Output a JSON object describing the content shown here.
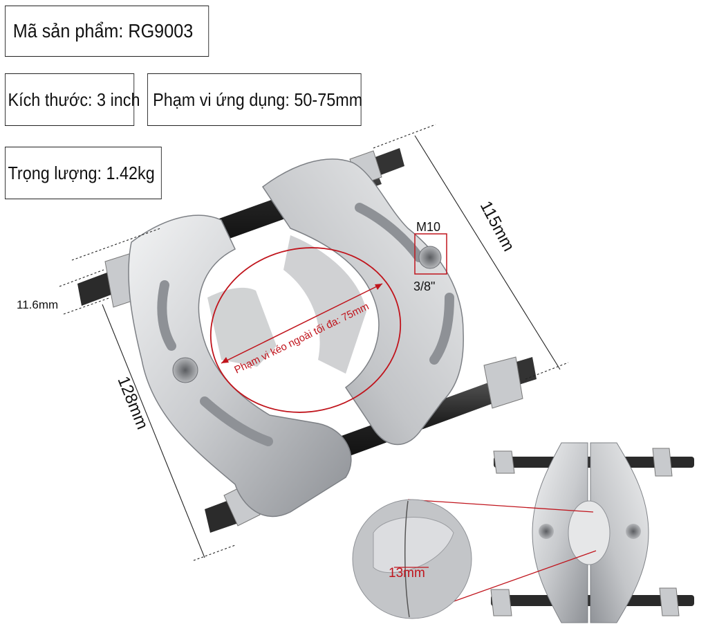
{
  "specs": {
    "product_code": "Mã sản phẩm: RG9003",
    "size": "Kích thước: 3 inch",
    "application_range": "Phạm vi ứng dụng: 50-75mm",
    "weight": "Trọng lượng: 1.42kg"
  },
  "dimensions": {
    "length_right": "115mm",
    "length_left": "128mm",
    "thickness": "11.6mm",
    "thread_top": "M10",
    "thread_bottom": "3/8\"",
    "max_pull_range": "Phạm vi kéo ngoài tối đa: 75mm",
    "inner_edge": "13mm"
  },
  "colors": {
    "annotation_red": "#c0141c",
    "steel_light": "#d9dadc",
    "steel_dark": "#8e9196",
    "bolt_black": "#2a2a2a"
  }
}
